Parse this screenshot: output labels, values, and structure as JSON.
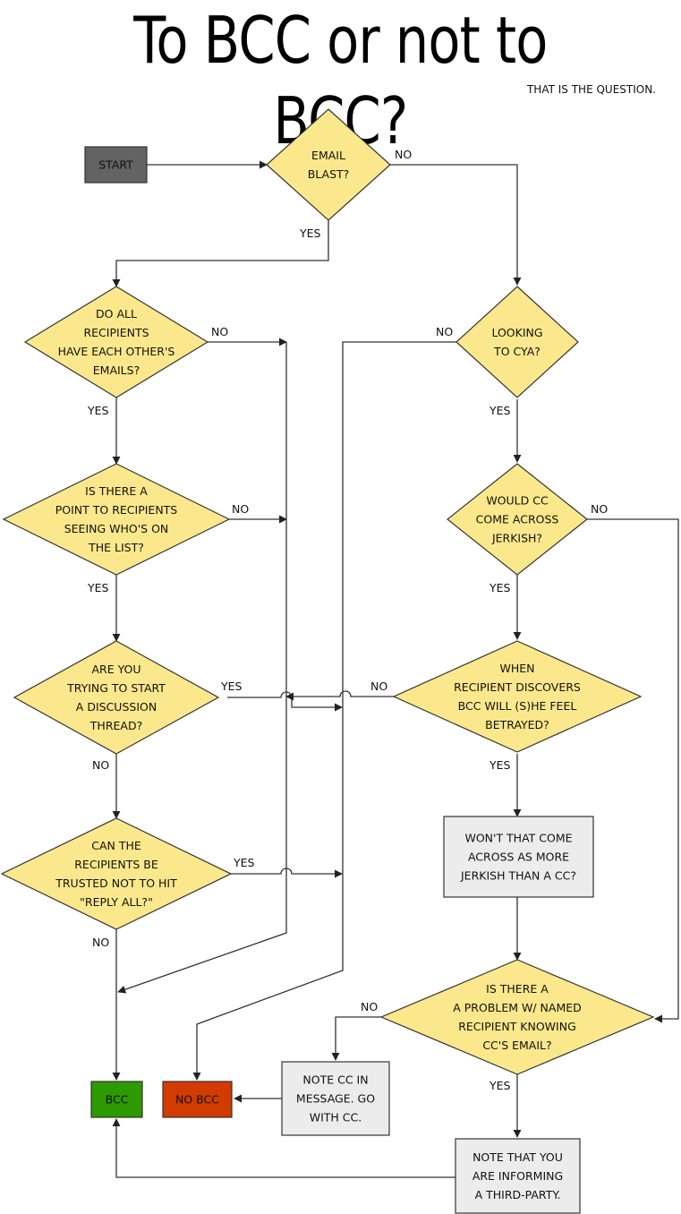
{
  "title": "To BCC or not to BCC?",
  "subtitle": "THAT IS THE QUESTION.",
  "colors": {
    "decision_fill": "#fbe88c",
    "process_fill": "#ececec",
    "start_fill": "#636363",
    "bcc_fill": "#2d9a00",
    "no_bcc_fill": "#d23c00",
    "stroke": "#333333"
  },
  "nodes": {
    "start": "START",
    "email_blast": [
      "EMAIL",
      "BLAST?"
    ],
    "all_emails": [
      "DO ALL",
      "RECIPIENTS",
      "HAVE EACH OTHER'S",
      "EMAILS?"
    ],
    "point_seeing": [
      "IS THERE A",
      "POINT TO RECIPIENTS",
      "SEEING WHO'S ON",
      "THE LIST?"
    ],
    "discussion": [
      "ARE YOU",
      "TRYING TO START",
      "A DISCUSSION",
      "THREAD?"
    ],
    "reply_all": [
      "CAN THE",
      "RECIPIENTS BE",
      "TRUSTED NOT TO HIT",
      "\"REPLY ALL?\""
    ],
    "cya": [
      "LOOKING",
      "TO CYA?"
    ],
    "jerkish": [
      "WOULD CC",
      "COME ACROSS",
      "JERKISH?"
    ],
    "betrayed": [
      "WHEN",
      "RECIPIENT DISCOVERS",
      "BCC WILL (S)HE FEEL",
      "BETRAYED?"
    ],
    "more_jerkish": [
      "WON'T THAT COME",
      "ACROSS AS MORE",
      "JERKISH THAN A CC?"
    ],
    "problem": [
      "IS THERE A",
      "A PROBLEM W/ NAMED",
      "RECIPIENT KNOWING",
      "CC'S EMAIL?"
    ],
    "note_cc": [
      "NOTE CC IN",
      "MESSAGE. GO",
      "WITH CC."
    ],
    "third_party": [
      "NOTE THAT YOU",
      "ARE INFORMING",
      "A THIRD-PARTY."
    ],
    "bcc": "BCC",
    "no_bcc": "NO BCC"
  },
  "labels": {
    "yes": "YES",
    "no": "NO"
  }
}
